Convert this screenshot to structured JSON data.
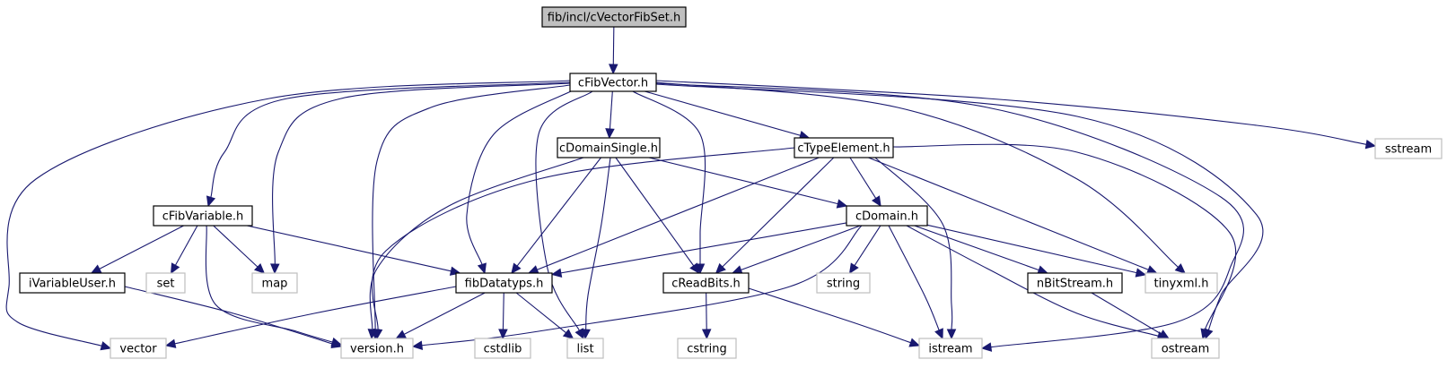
{
  "graph": {
    "title": "fib/incl/cVectorFibSet.h",
    "edge_color": "#191970",
    "root_fill": "#bfbfbf",
    "system_border": "#bfbfbf",
    "nodes": [
      {
        "id": "root",
        "label": "fib/incl/cVectorFibSet.h",
        "kind": "root"
      },
      {
        "id": "cFibVector",
        "label": "cFibVector.h",
        "kind": "local"
      },
      {
        "id": "cDomainSingle",
        "label": "cDomainSingle.h",
        "kind": "local"
      },
      {
        "id": "cTypeElement",
        "label": "cTypeElement.h",
        "kind": "local"
      },
      {
        "id": "sstream",
        "label": "sstream",
        "kind": "system"
      },
      {
        "id": "cFibVariable",
        "label": "cFibVariable.h",
        "kind": "local"
      },
      {
        "id": "cDomain",
        "label": "cDomain.h",
        "kind": "local"
      },
      {
        "id": "iVariableUser",
        "label": "iVariableUser.h",
        "kind": "local"
      },
      {
        "id": "set",
        "label": "set",
        "kind": "system"
      },
      {
        "id": "map",
        "label": "map",
        "kind": "system"
      },
      {
        "id": "fibDatatyps",
        "label": "fibDatatyps.h",
        "kind": "local"
      },
      {
        "id": "cReadBits",
        "label": "cReadBits.h",
        "kind": "local"
      },
      {
        "id": "string",
        "label": "string",
        "kind": "system"
      },
      {
        "id": "nBitStream",
        "label": "nBitStream.h",
        "kind": "local"
      },
      {
        "id": "tinyxml",
        "label": "tinyxml.h",
        "kind": "system"
      },
      {
        "id": "vector",
        "label": "vector",
        "kind": "system"
      },
      {
        "id": "version",
        "label": "version.h",
        "kind": "system"
      },
      {
        "id": "cstdlib",
        "label": "cstdlib",
        "kind": "system"
      },
      {
        "id": "list",
        "label": "list",
        "kind": "system"
      },
      {
        "id": "cstring",
        "label": "cstring",
        "kind": "system"
      },
      {
        "id": "istream",
        "label": "istream",
        "kind": "system"
      },
      {
        "id": "ostream",
        "label": "ostream",
        "kind": "system"
      }
    ],
    "edges": [
      [
        "root",
        "cFibVector"
      ],
      [
        "cFibVector",
        "cDomainSingle"
      ],
      [
        "cFibVector",
        "cTypeElement"
      ],
      [
        "cFibVector",
        "sstream"
      ],
      [
        "cFibVector",
        "cFibVariable"
      ],
      [
        "cFibVector",
        "map"
      ],
      [
        "cFibVector",
        "fibDatatyps"
      ],
      [
        "cFibVector",
        "cReadBits"
      ],
      [
        "cFibVector",
        "tinyxml"
      ],
      [
        "cFibVector",
        "vector"
      ],
      [
        "cFibVector",
        "version"
      ],
      [
        "cFibVector",
        "list"
      ],
      [
        "cFibVector",
        "istream"
      ],
      [
        "cFibVector",
        "ostream"
      ],
      [
        "cDomainSingle",
        "cDomain"
      ],
      [
        "cDomainSingle",
        "fibDatatyps"
      ],
      [
        "cDomainSingle",
        "cReadBits"
      ],
      [
        "cDomainSingle",
        "version"
      ],
      [
        "cDomainSingle",
        "list"
      ],
      [
        "cTypeElement",
        "cDomain"
      ],
      [
        "cTypeElement",
        "fibDatatyps"
      ],
      [
        "cTypeElement",
        "cReadBits"
      ],
      [
        "cTypeElement",
        "tinyxml"
      ],
      [
        "cTypeElement",
        "version"
      ],
      [
        "cTypeElement",
        "istream"
      ],
      [
        "cTypeElement",
        "ostream"
      ],
      [
        "cFibVariable",
        "iVariableUser"
      ],
      [
        "cFibVariable",
        "set"
      ],
      [
        "cFibVariable",
        "map"
      ],
      [
        "cFibVariable",
        "fibDatatyps"
      ],
      [
        "cFibVariable",
        "version"
      ],
      [
        "cDomain",
        "fibDatatyps"
      ],
      [
        "cDomain",
        "cReadBits"
      ],
      [
        "cDomain",
        "string"
      ],
      [
        "cDomain",
        "nBitStream"
      ],
      [
        "cDomain",
        "tinyxml"
      ],
      [
        "cDomain",
        "version"
      ],
      [
        "cDomain",
        "istream"
      ],
      [
        "cDomain",
        "ostream"
      ],
      [
        "iVariableUser",
        "version"
      ],
      [
        "fibDatatyps",
        "vector"
      ],
      [
        "fibDatatyps",
        "version"
      ],
      [
        "fibDatatyps",
        "cstdlib"
      ],
      [
        "fibDatatyps",
        "list"
      ],
      [
        "cReadBits",
        "cstring"
      ],
      [
        "cReadBits",
        "istream"
      ],
      [
        "nBitStream",
        "ostream"
      ]
    ]
  }
}
